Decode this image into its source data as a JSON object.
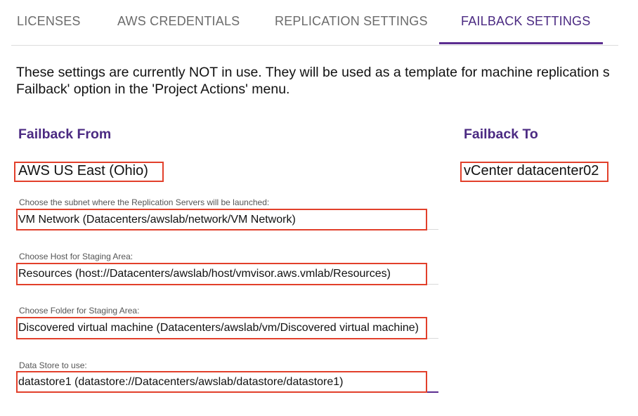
{
  "tabs": [
    {
      "label": "LICENSES"
    },
    {
      "label": "AWS CREDENTIALS"
    },
    {
      "label": "REPLICATION SETTINGS"
    },
    {
      "label": "FAILBACK SETTINGS",
      "active": true
    }
  ],
  "intro": {
    "line1": "These settings are currently NOT in use. They will be used as a template for machine replication s",
    "line2": "Failback' option in the 'Project Actions' menu."
  },
  "failback_from": {
    "heading": "Failback From",
    "region": "AWS US East (Ohio)"
  },
  "failback_to": {
    "heading": "Failback To",
    "target": "vCenter datacenter02"
  },
  "fields": [
    {
      "label": "Choose the subnet where the Replication Servers will be launched:",
      "value": "VM Network (Datacenters/awslab/network/VM Network)"
    },
    {
      "label": "Choose Host for Staging Area:",
      "value": "Resources (host://Datacenters/awslab/host/vmvisor.aws.vmlab/Resources)"
    },
    {
      "label": "Choose Folder for Staging Area:",
      "value": "Discovered virtual machine (Datacenters/awslab/vm/Discovered virtual machine)"
    },
    {
      "label": "Data Store to use:",
      "value": "datastore1 (datastore://Datacenters/awslab/datastore/datastore1)"
    }
  ],
  "colors": {
    "accent": "#5b2d90",
    "heading": "#4b2a82",
    "highlight_box": "#e2402b"
  }
}
